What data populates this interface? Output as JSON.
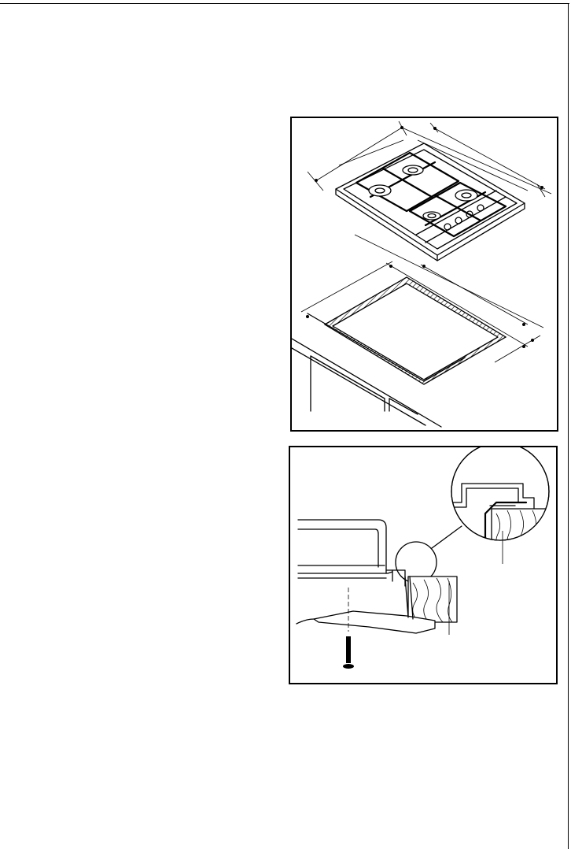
{
  "document": {
    "figures": [
      {
        "id": "hob-cutout",
        "icon": "hob-installation-cutout-drawing"
      },
      {
        "id": "hob-fixing-bracket",
        "icon": "hob-fixing-bracket-detail-drawing"
      }
    ]
  }
}
